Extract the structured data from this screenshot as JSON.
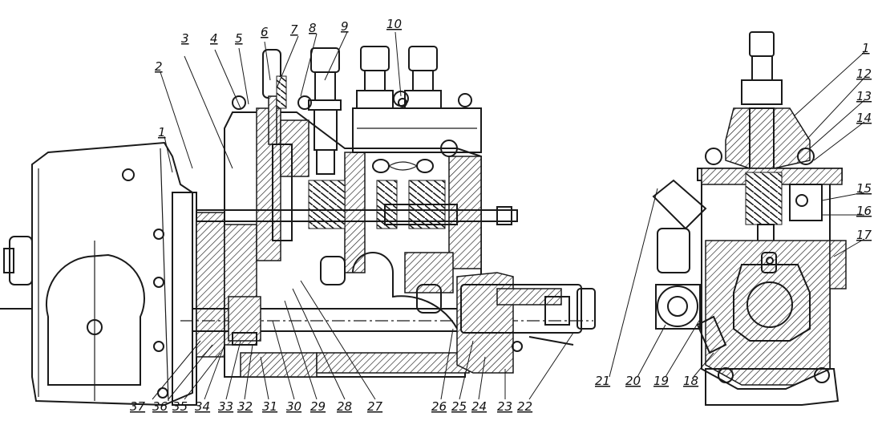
{
  "labels_top": [
    "1",
    "2",
    "3",
    "4",
    "5",
    "6",
    "7",
    "8",
    "9",
    "10"
  ],
  "labels_bottom_left": [
    "37",
    "36",
    "35",
    "34",
    "33",
    "32",
    "31",
    "30",
    "29",
    "28",
    "27",
    "26",
    "25",
    "24",
    "23",
    "22"
  ],
  "labels_right_side": [
    "1",
    "12",
    "13",
    "14",
    "15",
    "16",
    "17"
  ],
  "labels_right_bottom": [
    "21",
    "20",
    "19",
    "18"
  ]
}
